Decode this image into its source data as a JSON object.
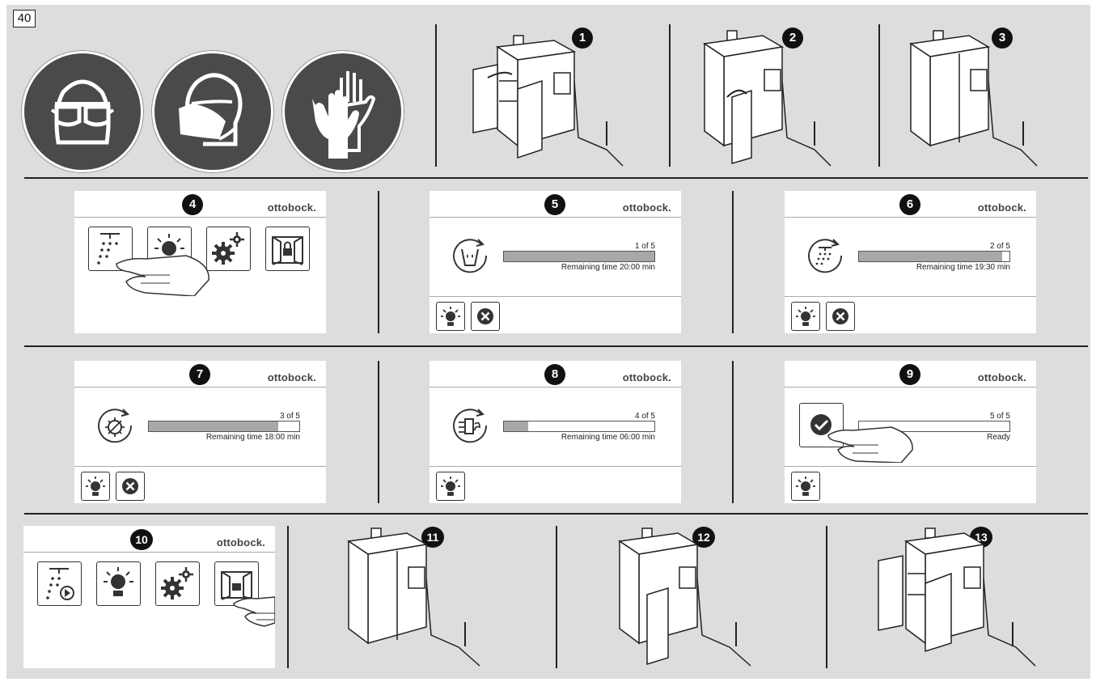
{
  "figure_number": "40",
  "brand": "ottobock.",
  "steps": {
    "s1": "1",
    "s2": "2",
    "s3": "3",
    "s4": "4",
    "s5": "5",
    "s6": "6",
    "s7": "7",
    "s8": "8",
    "s9": "9",
    "s10": "10",
    "s11": "11",
    "s12": "12",
    "s13": "13"
  },
  "safety_icons": [
    "safety-goggles-icon",
    "face-mask-icon",
    "protective-gloves-icon"
  ],
  "progress": {
    "p5": {
      "count": "1 of 5",
      "remaining": "Remaining time 20:00 min",
      "fill": 1.0
    },
    "p6": {
      "count": "2 of 5",
      "remaining": "Remaining time 19:30 min",
      "fill": 0.95
    },
    "p7": {
      "count": "3 of 5",
      "remaining": "Remaining time 18:00 min",
      "fill": 0.86
    },
    "p8": {
      "count": "4 of 5",
      "remaining": "Remaining time 06:00 min",
      "fill": 0.16
    },
    "p9": {
      "count": "5 of 5",
      "remaining": "Ready",
      "fill": 0.0
    }
  },
  "colors": {
    "panel": "#dcdddd",
    "pictogram": "#4a4a4a",
    "badge": "#111111",
    "bar_fill": "#a8a8a8"
  }
}
